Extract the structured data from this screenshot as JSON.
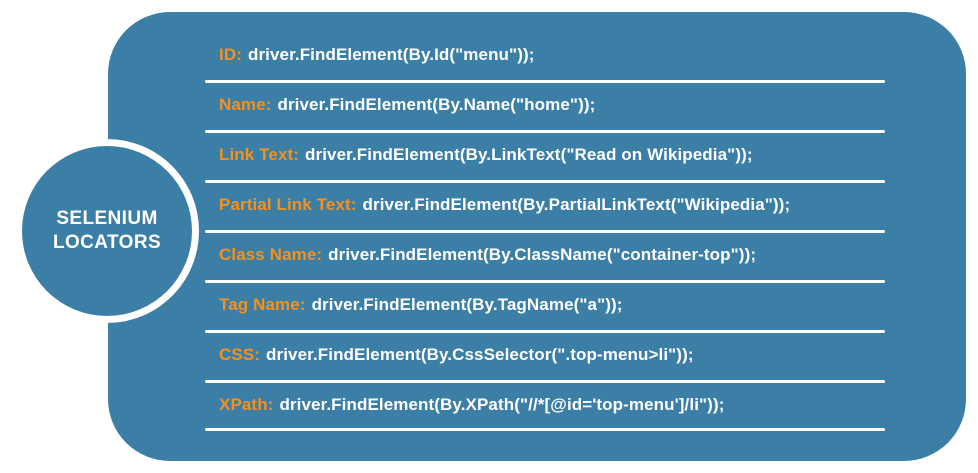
{
  "badge": {
    "line1": "SELENIUM",
    "line2": "LOCATORS"
  },
  "colors": {
    "panel_blue": "#3b7ea6",
    "accent_orange": "#f5911e",
    "text_white": "#ffffff",
    "background": "#ffffff"
  },
  "rows": [
    {
      "name": "ID:",
      "code": "driver.FindElement(By.Id(\"menu\"));"
    },
    {
      "name": "Name:",
      "code": "driver.FindElement(By.Name(\"home\"));"
    },
    {
      "name": "Link Text:",
      "code": "driver.FindElement(By.LinkText(\"Read on Wikipedia\"));"
    },
    {
      "name": "Partial Link Text:",
      "code": "driver.FindElement(By.PartialLinkText(\"Wikipedia\"));"
    },
    {
      "name": "Class Name:",
      "code": "driver.FindElement(By.ClassName(\"container-top\"));"
    },
    {
      "name": "Tag Name:",
      "code": "driver.FindElement(By.TagName(\"a\"));"
    },
    {
      "name": "CSS:",
      "code": "driver.FindElement(By.CssSelector(\".top-menu>li\"));"
    },
    {
      "name": "XPath:",
      "code": "driver.FindElement(By.XPath(\"//*[@id='top-menu']/li\"));"
    }
  ]
}
